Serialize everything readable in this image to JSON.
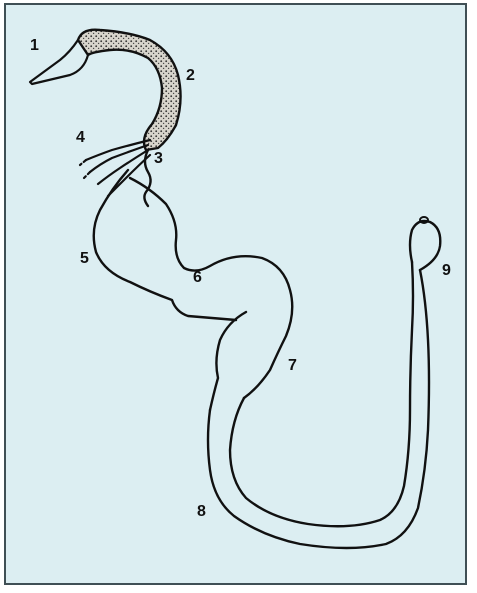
{
  "colors": {
    "background": "#dceef2",
    "outline": "#111111",
    "stipple_fill": "#c9c6bd",
    "frame_border": "#3f4f55"
  },
  "labels": {
    "l1": "1",
    "l2": "2",
    "l3": "3",
    "l4": "4",
    "l5": "5",
    "l6": "6",
    "l7": "7",
    "l8": "8",
    "l9": "9"
  }
}
